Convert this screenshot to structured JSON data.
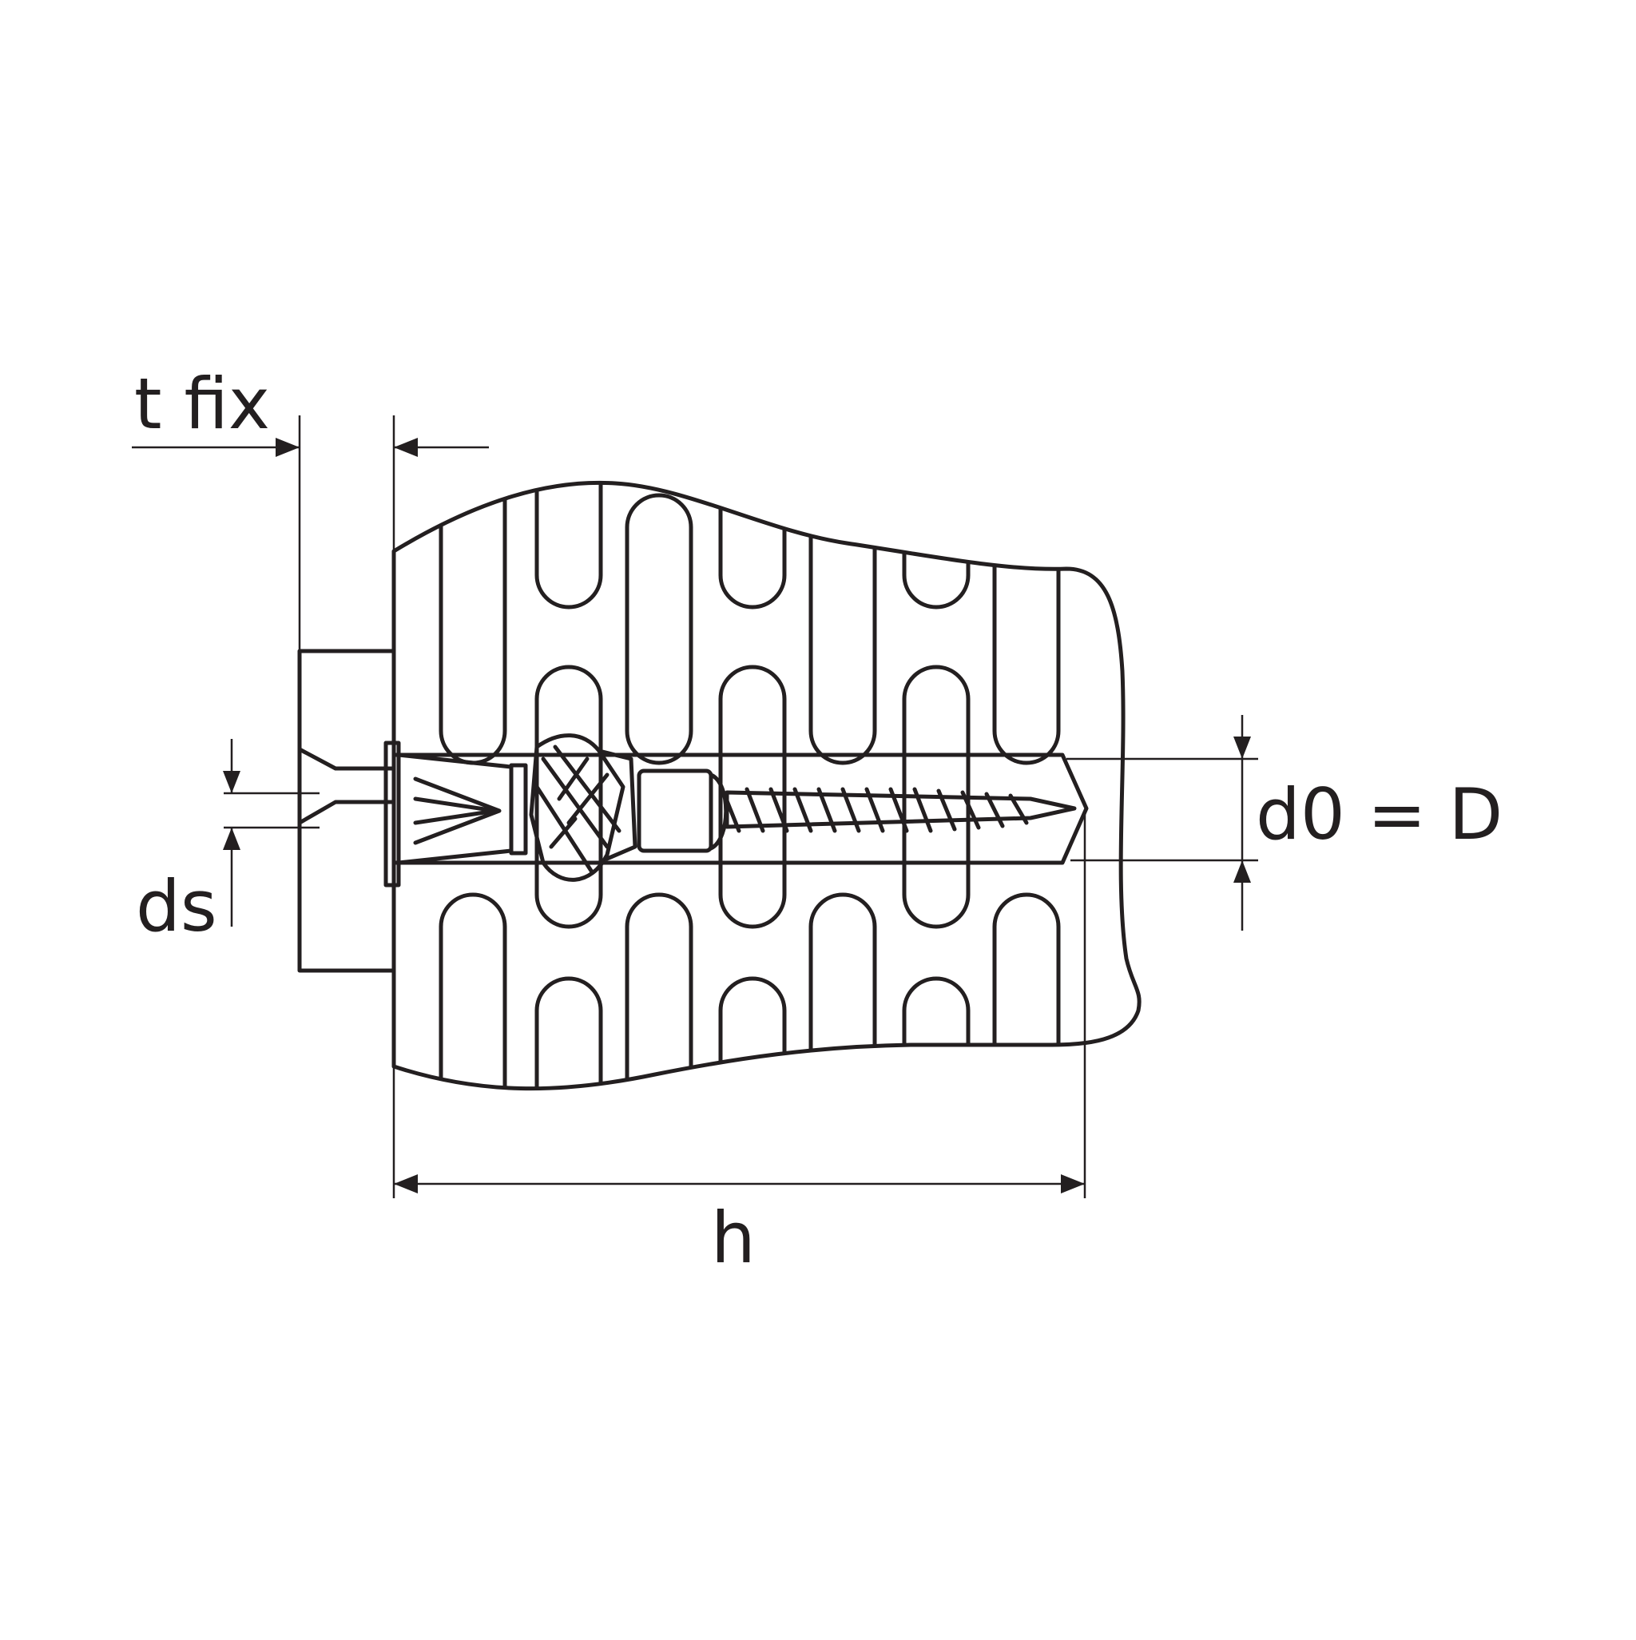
{
  "labels": {
    "tfix": "t fix",
    "ds": "ds",
    "d0": "d0 = D",
    "h": "h"
  },
  "colors": {
    "line": "#231f20",
    "fixture_fill": "#c8c9cb",
    "background": "#ffffff"
  }
}
